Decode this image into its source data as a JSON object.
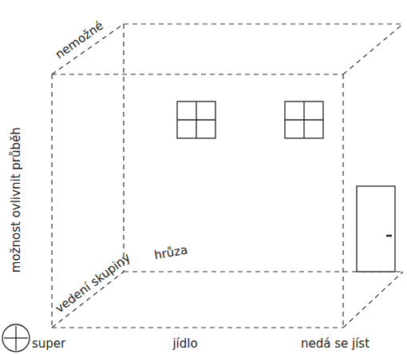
{
  "diagram": {
    "labels": [
      "nemožné",
      "možnost ovlivnit průběh",
      "vedení skupiny",
      "hrůza",
      "super",
      "jídlo",
      "nedá se jíst"
    ]
  }
}
